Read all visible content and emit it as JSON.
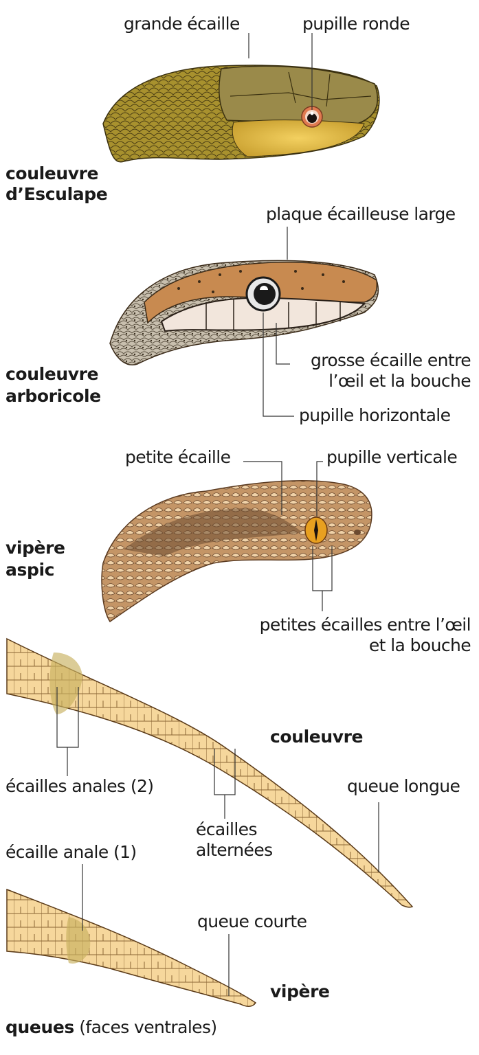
{
  "heads": [
    {
      "species": [
        "couleuvre",
        "d’Esculape"
      ],
      "labels": {
        "large_scale": "grande écaille",
        "pupil": "pupille ronde"
      },
      "colors": {
        "body": "#a8912e",
        "belly": "#e8c44a",
        "plate": "#9a8a4a",
        "eye": "#e07a50"
      }
    },
    {
      "species": [
        "couleuvre",
        "arboricole"
      ],
      "labels": {
        "plate": "plaque écailleuse large",
        "scale_eye_mouth": [
          "grosse écaille entre",
          "l’œil et la bouche"
        ],
        "pupil": "pupille horizontale"
      },
      "colors": {
        "top": "#c88a50",
        "stripe": "#f2e6dc",
        "belly": "#b8b0a0",
        "eye": "#1a1a1a"
      }
    },
    {
      "species": [
        "vipère",
        "aspic"
      ],
      "labels": {
        "small_scale": "petite écaille",
        "pupil": "pupille verticale",
        "scales_eye_mouth": [
          "petites écailles entre l’œil",
          "et la bouche"
        ]
      },
      "colors": {
        "body": "#b88a5a",
        "dark": "#6b4a30",
        "light": "#f0d2a8",
        "eye": "#e8a020"
      }
    }
  ],
  "tails": {
    "couleuvre": {
      "name": "couleuvre",
      "anal": "écailles anales (2)",
      "alternating": [
        "écailles",
        "alternées"
      ],
      "tail": "queue longue"
    },
    "vipere": {
      "name": "vipère",
      "anal": "écaille anale (1)",
      "tail": "queue courte"
    },
    "caption_bold": "queues",
    "caption_rest": " (faces ventrales)",
    "colors": {
      "fill": "#f6d79c",
      "line": "#6b4a25",
      "anal": "#c8b060"
    }
  }
}
